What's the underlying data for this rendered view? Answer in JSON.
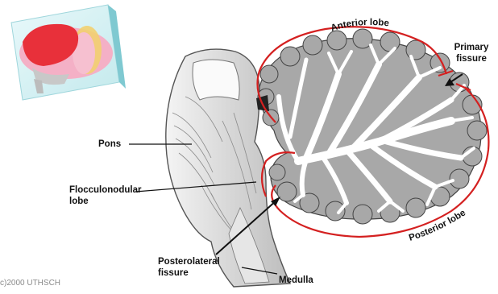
{
  "labels": {
    "anterior_lobe": "Anterior lobe",
    "primary_fissure_line1": "Primary",
    "primary_fissure_line2": "fissure",
    "pons": "Pons",
    "flocculonodular_line1": "Flocculonodular",
    "flocculonodular_line2": "lobe",
    "posterior_lobe": "Posterior lobe",
    "posterolateral_line1": "Posterolateral",
    "posterolateral_line2": "fissure",
    "medulla": "Medulla"
  },
  "credit": "c)2000 UTHSCH",
  "colors": {
    "lobe_outline": "#d42020",
    "leader_line": "#111111",
    "white_matter": "#ffffff",
    "gray_matter": "#a8a8a8",
    "thumbnail_anterior": "#e8303a",
    "thumbnail_middle": "#f2a0b8",
    "thumbnail_band": "#f2d070",
    "thumbnail_glass": "#cfeff2"
  },
  "icons": {
    "brainstem": "brainstem-illustration",
    "cerebellum_section": "cerebellum-sagittal-section",
    "thumbnail": "brain-orientation-thumbnail"
  }
}
